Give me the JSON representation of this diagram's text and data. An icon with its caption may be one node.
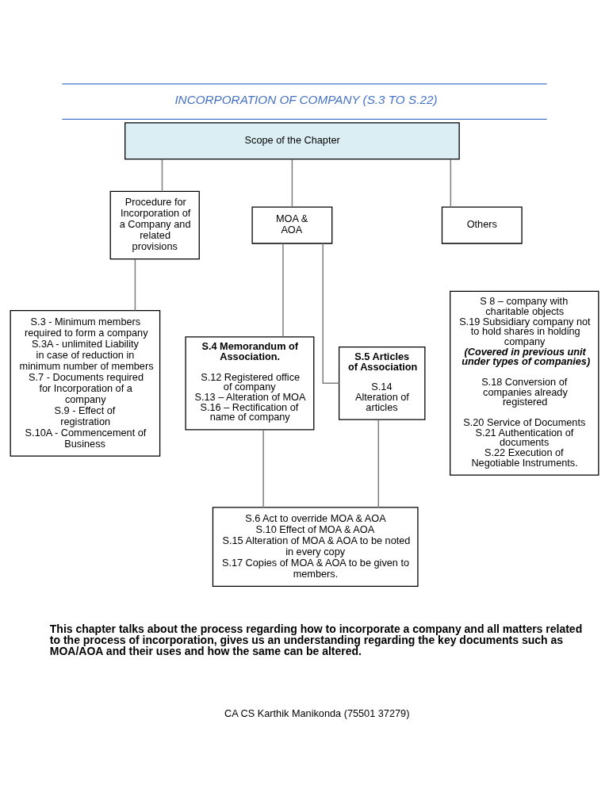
{
  "diagram": {
    "title": "INCORPORATION OF COMPANY (S.3 TO S.22)",
    "nodes": [
      {
        "text": [
          "Scope of the Chapter"
        ]
      },
      {
        "text": [
          "Procedure for Incorporation of a Company and related provisions"
        ]
      },
      {
        "text": [
          "MOA & AOA"
        ]
      },
      {
        "text": [
          "Others"
        ]
      },
      {
        "text": [
          "S.3 - Minimum members required to form a company",
          "S.3A - unlimited Liability in case of reduction in minimum number of members",
          "S.7 - Documents required for Incorporation of a company",
          "S.9 - Effect of registration",
          "S.10A - Commencement of Business"
        ]
      },
      {
        "text": [
          "S.4 Memorandum of Association.",
          "S.12 Registered office of company",
          "S.13 – Alteration of MOA",
          "S.16 – Rectification of name of company"
        ]
      },
      {
        "text": [
          "S.5 Articles of Association",
          "S.14 Alteration of articles"
        ]
      },
      {
        "text": [
          "S.6 Act to override MOA & AOA",
          "S.10 Effect of MOA & AOA",
          "S.15 Alteration of MOA & AOA to be noted in every copy",
          "S.17 Copies of MOA & AOA to be given to members."
        ]
      },
      {
        "text": [
          "S 8 – company with charitable objects",
          "S.19 Subsidiary company not to hold shares in holding company",
          "(Covered in previous unit under types of companies)",
          "S.18 Conversion of companies already registered",
          "S.20 Service of Documents",
          "S.21 Authentication of documents",
          "S.22 Execution of Negotiable Instruments."
        ]
      }
    ],
    "edges": [
      {
        "from": 0,
        "to": 1,
        "arrow": "none"
      },
      {
        "from": 0,
        "to": 2,
        "arrow": "none"
      },
      {
        "from": 0,
        "to": 3,
        "arrow": "none"
      },
      {
        "from": 1,
        "to": 4,
        "arrow": "none"
      },
      {
        "from": 2,
        "to": 5,
        "arrow": "none"
      },
      {
        "from": 2,
        "to": 6,
        "arrow": "none"
      },
      {
        "from": 5,
        "to": 7,
        "arrow": "none"
      },
      {
        "from": 6,
        "to": 7,
        "arrow": "none"
      }
    ],
    "labels": [
      "This chapter talks about the process regarding how to incorporate a company and all matters related to the process of incorporation, gives us an understanding regarding the key documents such as MOA/AOA and their uses and how the same can be altered.",
      "CA CS Karthik Manikonda (75501 37279)"
    ]
  }
}
